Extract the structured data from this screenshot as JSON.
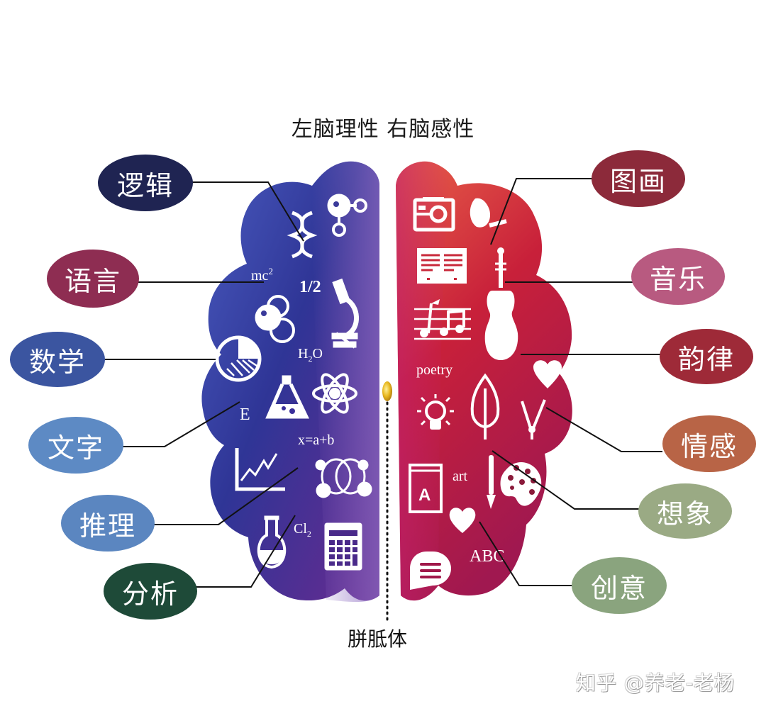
{
  "title": "左脑理性 右脑感性",
  "left_brain": {
    "label": "左脑",
    "trait": "理性",
    "colors": {
      "top": "#4a56b8",
      "mid": "#3a2f9a",
      "bottom": "#5a2a8a"
    },
    "labels": [
      {
        "text": "逻辑",
        "color": "#1f2452"
      },
      {
        "text": "语言",
        "color": "#8e2d52"
      },
      {
        "text": "数学",
        "color": "#3b55a0"
      },
      {
        "text": "文字",
        "color": "#5d8ac4"
      },
      {
        "text": "推理",
        "color": "#5b86c0"
      },
      {
        "text": "分析",
        "color": "#1e4a38"
      }
    ],
    "icon_texts": {
      "mc2": "mc",
      "mc2_sup": "2",
      "half": "1/2",
      "h2o": "H",
      "h2o_sub": "2",
      "h2o_o": "O",
      "e": "E",
      "eq": "x=a+b",
      "cl2": "Cl",
      "cl2_sub": "2"
    },
    "icons": [
      "dna-icon",
      "molecule-icon",
      "atom-model-icon",
      "microscope-icon",
      "pie-chart-icon",
      "flask-icon",
      "atom-icon",
      "line-chart-icon",
      "molecules-icon",
      "round-flask-icon",
      "calculator-icon"
    ]
  },
  "right_brain": {
    "label": "右脑",
    "trait": "感性",
    "colors": {
      "top": "#e05040",
      "mid": "#c4203a",
      "bottom": "#a0184a"
    },
    "labels": [
      {
        "text": "图画",
        "color": "#8c2a3a"
      },
      {
        "text": "音乐",
        "color": "#b85a80"
      },
      {
        "text": "韵律",
        "color": "#9e2a38"
      },
      {
        "text": "情感",
        "color": "#b86446"
      },
      {
        "text": "想象",
        "color": "#9aaa84"
      },
      {
        "text": "创意",
        "color": "#8aa47e"
      }
    ],
    "icon_texts": {
      "poetry": "poetry",
      "art": "art",
      "abc": "ABC"
    },
    "icons": [
      "camera-icon",
      "leaf-pen-icon",
      "newspaper-icon",
      "violin-icon",
      "music-notes-icon",
      "heart-icon",
      "lightbulb-icon",
      "tree-leaf-icon",
      "compass-icon",
      "book-icon",
      "brush-icon",
      "palette-icon",
      "heart-small-icon",
      "chat-bubble-icon"
    ]
  },
  "corpus_callosum": {
    "label": "胼胝体",
    "marker_color": "#e8b820"
  },
  "watermark": "知乎 @养老-老杨"
}
